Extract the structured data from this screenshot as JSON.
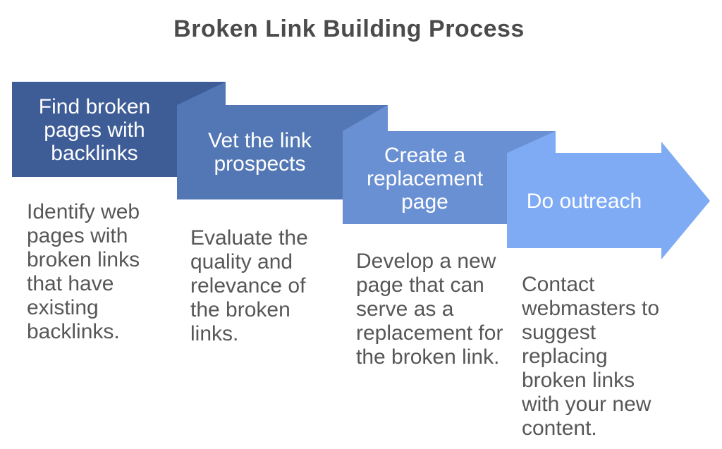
{
  "title": "Broken Link Building Process",
  "colors": {
    "background": "#ffffff",
    "title_text": "#4b4b4b",
    "description_text": "#575757",
    "label_text": "#ffffff"
  },
  "steps": [
    {
      "label": "Find broken\npages with\nbacklinks",
      "description": "Identify web\npages with\nbroken links\nthat have\nexisting\nbacklinks.",
      "color": "#3e5c96"
    },
    {
      "label": "Vet the link\nprospects",
      "description": "Evaluate the\nquality and\nrelevance of\nthe broken\nlinks.",
      "color": "#5277b4"
    },
    {
      "label": "Create a\nreplacement\npage",
      "description": "Develop a new\npage that can\nserve as a\nreplacement for\nthe broken link.",
      "color": "#6a90d4"
    },
    {
      "label": "Do outreach",
      "description": "Contact\nwebmasters to\nsuggest\nreplacing\nbroken links\nwith your new\ncontent.",
      "color": "#7fabf4"
    }
  ]
}
